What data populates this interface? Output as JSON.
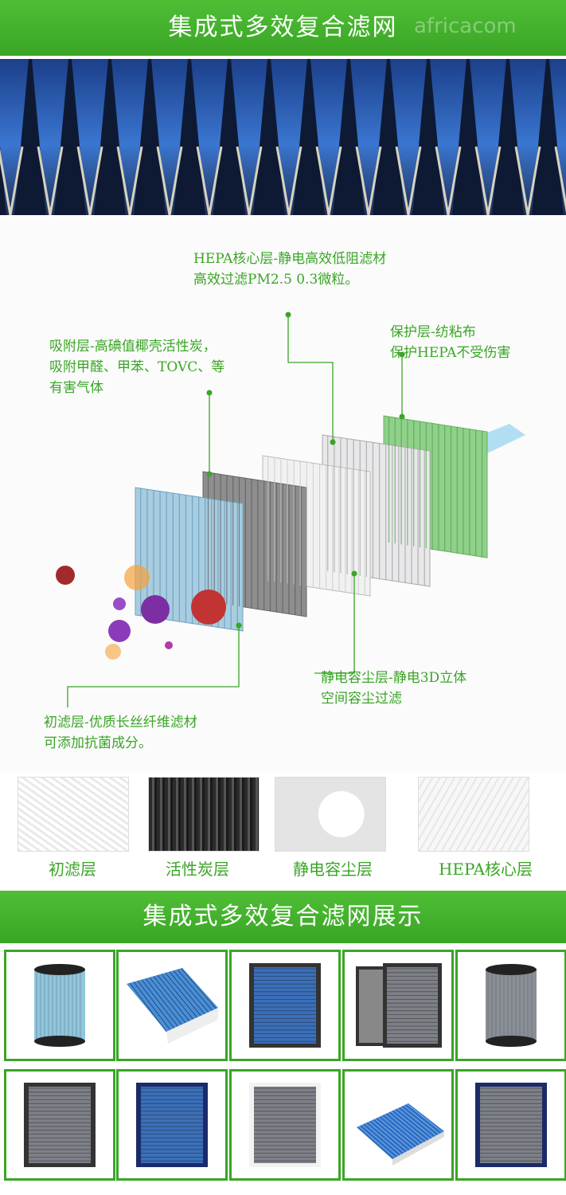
{
  "top_banner": {
    "title": "集成式多效复合滤网",
    "watermark": "africacom"
  },
  "diagram": {
    "hepa_label": [
      "HEPA核心层-静电高效低阻滤材",
      "高效过滤PM2.5 0.3微粒。"
    ],
    "adsorb_label": [
      "吸附层-高碘值椰壳活性炭，",
      "吸附甲醛、甲苯、TOVC、等",
      "有害气体"
    ],
    "protect_label": [
      "保护层-纺粘布",
      "保护HEPA不受伤害"
    ],
    "static_label": [
      "静电容尘层-静电3D立体",
      "空间容尘过滤"
    ],
    "prefilter_label": [
      "初滤层-优质长丝纤维滤材",
      "可添加抗菌成分。"
    ]
  },
  "swatches": [
    "初滤层",
    "活性炭层",
    "静电容尘层",
    "HEPA核心层"
  ],
  "bottom_banner": {
    "title": "集成式多效复合滤网展示"
  },
  "colors": {
    "accent": "#3aa526",
    "filter_blue": "#2f6fc4"
  }
}
